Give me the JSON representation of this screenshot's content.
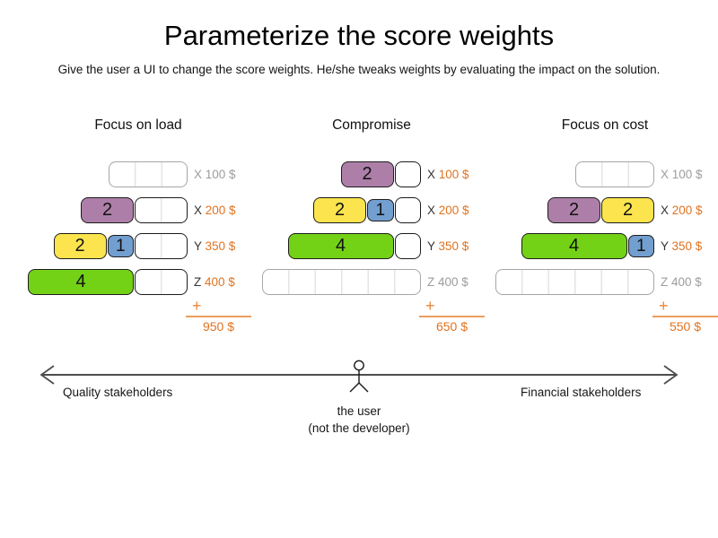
{
  "slide": {
    "title": "Parameterize the score weights",
    "subtitle": "Give the user a UI to change the score weights. He/she tweaks weights by evaluating the impact on the solution."
  },
  "columns": [
    {
      "title": "Focus on load",
      "sum_plus": "+",
      "sum_value": "950 $",
      "rows": [
        {
          "label_prefix": "X",
          "label_value": "100 $",
          "muted": true,
          "total_units": 3,
          "blocks": []
        },
        {
          "label_prefix": "X",
          "label_value": "200 $",
          "muted": false,
          "total_units": 4,
          "blocks": [
            {
              "color": "purple",
              "units": 2,
              "value": "2"
            }
          ]
        },
        {
          "label_prefix": "Y",
          "label_value": "350 $",
          "muted": false,
          "total_units": 5,
          "blocks": [
            {
              "color": "yellow",
              "units": 2,
              "value": "2"
            },
            {
              "color": "blue",
              "units": 1,
              "value": "1"
            }
          ]
        },
        {
          "label_prefix": "Z",
          "label_value": "400 $",
          "muted": false,
          "total_units": 6,
          "blocks": [
            {
              "color": "green",
              "units": 4,
              "value": "4"
            }
          ]
        }
      ]
    },
    {
      "title": "Compromise",
      "sum_plus": "+",
      "sum_value": "650 $",
      "rows": [
        {
          "label_prefix": "X",
          "label_value": "100 $",
          "muted": false,
          "total_units": 3,
          "blocks": [
            {
              "color": "purple",
              "units": 2,
              "value": "2"
            }
          ]
        },
        {
          "label_prefix": "X",
          "label_value": "200 $",
          "muted": false,
          "total_units": 4,
          "blocks": [
            {
              "color": "yellow",
              "units": 2,
              "value": "2"
            },
            {
              "color": "blue",
              "units": 1,
              "value": "1"
            }
          ]
        },
        {
          "label_prefix": "Y",
          "label_value": "350 $",
          "muted": false,
          "total_units": 5,
          "blocks": [
            {
              "color": "green",
              "units": 4,
              "value": "4"
            }
          ]
        },
        {
          "label_prefix": "Z",
          "label_value": "400 $",
          "muted": true,
          "total_units": 6,
          "blocks": []
        }
      ]
    },
    {
      "title": "Focus on cost",
      "sum_plus": "+",
      "sum_value": "550 $",
      "rows": [
        {
          "label_prefix": "X",
          "label_value": "100 $",
          "muted": true,
          "total_units": 3,
          "blocks": []
        },
        {
          "label_prefix": "X",
          "label_value": "200 $",
          "muted": false,
          "total_units": 4,
          "blocks": [
            {
              "color": "purple",
              "units": 2,
              "value": "2"
            },
            {
              "color": "yellow",
              "units": 2,
              "value": "2"
            }
          ]
        },
        {
          "label_prefix": "Y",
          "label_value": "350 $",
          "muted": false,
          "total_units": 5,
          "blocks": [
            {
              "color": "green",
              "units": 4,
              "value": "4"
            },
            {
              "color": "blue",
              "units": 1,
              "value": "1"
            }
          ]
        },
        {
          "label_prefix": "Z",
          "label_value": "400 $",
          "muted": true,
          "total_units": 6,
          "blocks": []
        }
      ]
    }
  ],
  "spectrum": {
    "left_label": "Quality stakeholders",
    "right_label": "Financial stakeholders",
    "center_label_line1": "the user",
    "center_label_line2": "(not the developer)"
  },
  "colors": {
    "purple": "#ad7fa8",
    "yellow": "#fbe44d",
    "blue": "#729fcf",
    "green": "#73d216",
    "orange_value": "#e0731f",
    "muted_label": "#9c9c9c",
    "sum_line": "#eb9e5e",
    "arrow": "#4d4d4d"
  }
}
